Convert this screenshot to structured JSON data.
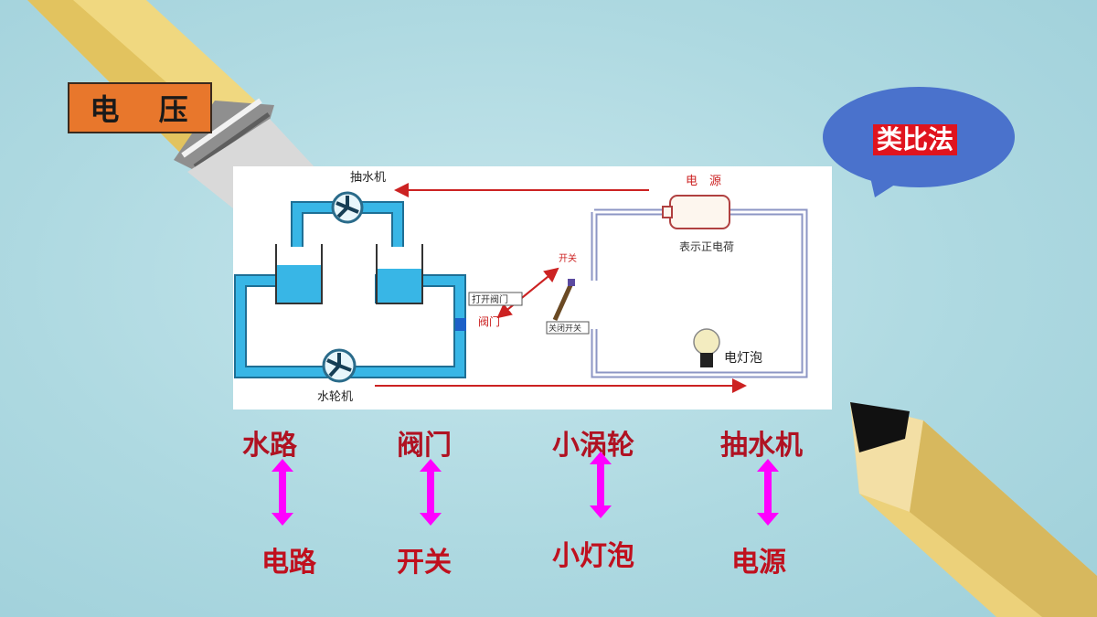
{
  "slide": {
    "title": "电 压",
    "bubble_label": "类比法"
  },
  "diagram": {
    "labels": {
      "pump": "抽水机",
      "power_source": "电　源",
      "positive_charge": "表示正电荷",
      "switch": "开关",
      "open_valve": "打开阀门",
      "valve": "阀门",
      "close_switch": "关闭开关",
      "bulb": "电灯泡",
      "water_wheel": "水轮机"
    }
  },
  "analogy_pairs": [
    {
      "water": "水路",
      "electric": "电路"
    },
    {
      "water": "阀门",
      "electric": "开关"
    },
    {
      "water": "小涡轮",
      "electric": "小灯泡"
    },
    {
      "water": "抽水机",
      "electric": "电源"
    }
  ],
  "colors": {
    "title_bg": "#e8772c",
    "bubble_bg": "#4a72cc",
    "label_red": "#b01222",
    "arrow_magenta": "#ff00ff",
    "pipe_blue": "#2aa7d8",
    "diagram_red": "#cc2222"
  }
}
